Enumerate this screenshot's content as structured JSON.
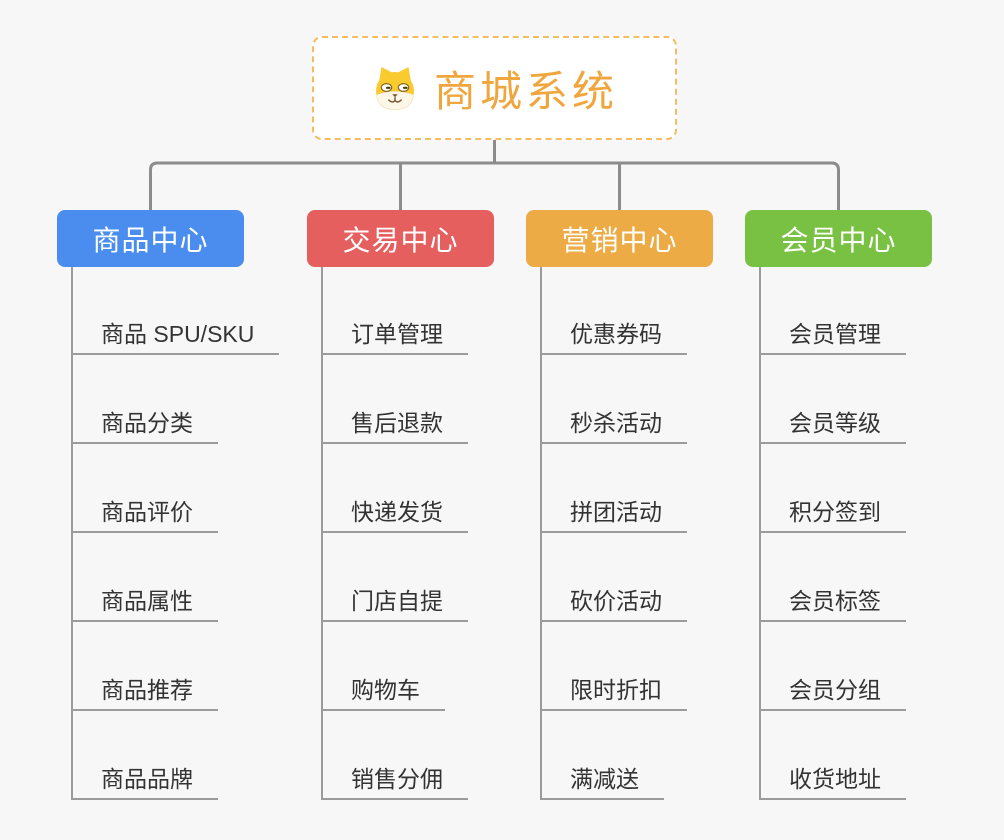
{
  "root": {
    "title": "商城系统",
    "icon": "shiba-dog-icon",
    "text_color": "#f0a53d",
    "border_color": "#f2bd64"
  },
  "connector_color": "#8c8c8c",
  "subline_color": "#9b9b9b",
  "branches": [
    {
      "label": "商品中心",
      "color": "#4a8def",
      "items": [
        "商品 SPU/SKU",
        "商品分类",
        "商品评价",
        "商品属性",
        "商品推荐",
        "商品品牌"
      ]
    },
    {
      "label": "交易中心",
      "color": "#e55f5f",
      "items": [
        "订单管理",
        "售后退款",
        "快递发货",
        "门店自提",
        "购物车",
        "销售分佣"
      ]
    },
    {
      "label": "营销中心",
      "color": "#ecab45",
      "items": [
        "优惠券码",
        "秒杀活动",
        "拼团活动",
        "砍价活动",
        "限时折扣",
        "满减送"
      ]
    },
    {
      "label": "会员中心",
      "color": "#79c142",
      "items": [
        "会员管理",
        "会员等级",
        "积分签到",
        "会员标签",
        "会员分组",
        "收货地址"
      ]
    }
  ]
}
